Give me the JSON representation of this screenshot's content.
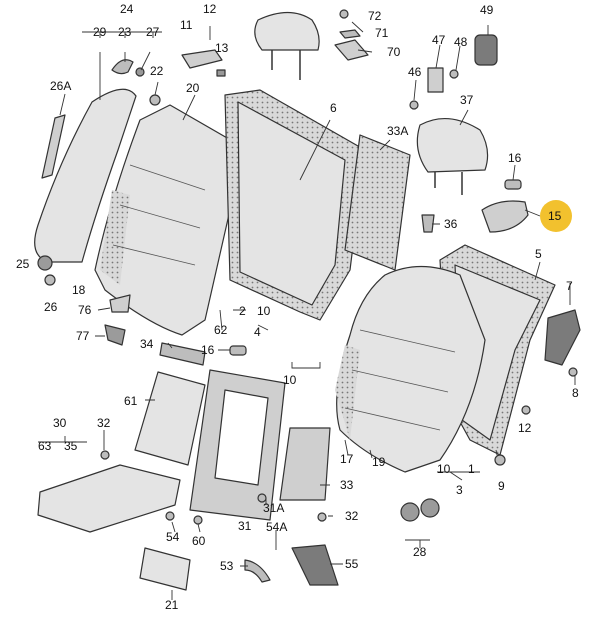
{
  "diagram": {
    "highlight_color": "#F2C12E",
    "line_color": "#333333",
    "part_fill": "#E4E4E4",
    "part_fill_dark": "#BDBDBD",
    "highlighted_part": "15",
    "labels": {
      "p24": "24",
      "p29": "29",
      "p23": "23",
      "p27": "27",
      "p11": "11",
      "p12a": "12",
      "p13": "13",
      "p72": "72",
      "p71": "71",
      "p70": "70",
      "p47": "47",
      "p48": "48",
      "p49": "49",
      "p26A": "26A",
      "p22": "22",
      "p20": "20",
      "p6": "6",
      "p46": "46",
      "p37": "37",
      "p33A": "33A",
      "p16a": "16",
      "p15": "15",
      "p36": "36",
      "p5": "5",
      "p25": "25",
      "p26": "26",
      "p18": "18",
      "p76": "76",
      "p77": "77",
      "p62": "62",
      "p2": "2",
      "p10a": "10",
      "p4": "4",
      "p7": "7",
      "p34": "34",
      "p16b": "16",
      "p10b": "10",
      "p8": "8",
      "p61": "61",
      "p12b": "12",
      "p30": "30",
      "p32a": "32",
      "p63": "63",
      "p35": "35",
      "p17": "17",
      "p19": "19",
      "p10c": "10",
      "p1": "1",
      "p3": "3",
      "p9": "9",
      "p33": "33",
      "p31A": "31A",
      "p32b": "32",
      "p31": "31",
      "p54": "54",
      "p60": "60",
      "p54A": "54A",
      "p28": "28",
      "p53": "53",
      "p55": "55",
      "p21": "21"
    }
  }
}
